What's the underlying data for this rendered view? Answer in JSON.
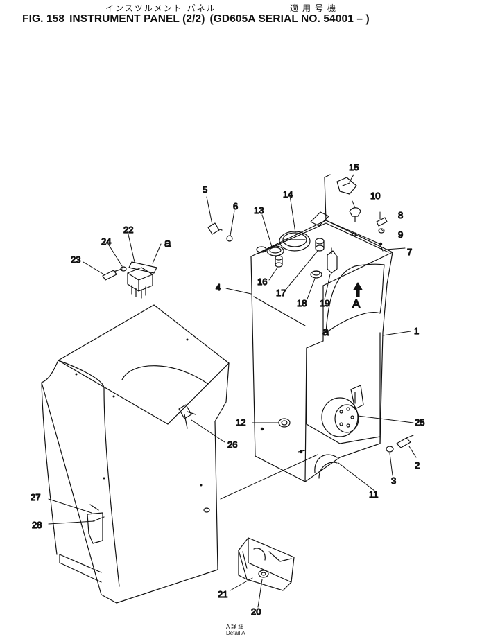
{
  "header": {
    "title_jp": "インスツルメント パネル",
    "applies_jp": "適用号機",
    "fig_no": "FIG. 158",
    "title": "INSTRUMENT PANEL (2/2)",
    "model": "(GD605A SERIAL NO. 54001 – )"
  },
  "callouts": [
    {
      "id": "c1",
      "text": "1"
    },
    {
      "id": "c2",
      "text": "2"
    },
    {
      "id": "c3",
      "text": "3"
    },
    {
      "id": "c4",
      "text": "4"
    },
    {
      "id": "c5",
      "text": "5"
    },
    {
      "id": "c6",
      "text": "6"
    },
    {
      "id": "c7",
      "text": "7"
    },
    {
      "id": "c8",
      "text": "8"
    },
    {
      "id": "c9",
      "text": "9"
    },
    {
      "id": "c10",
      "text": "10"
    },
    {
      "id": "c11",
      "text": "11"
    },
    {
      "id": "c12",
      "text": "12"
    },
    {
      "id": "c13",
      "text": "13"
    },
    {
      "id": "c14",
      "text": "14"
    },
    {
      "id": "c15",
      "text": "15"
    },
    {
      "id": "c16",
      "text": "16"
    },
    {
      "id": "c17",
      "text": "17"
    },
    {
      "id": "c18",
      "text": "18"
    },
    {
      "id": "c19",
      "text": "19"
    },
    {
      "id": "c20",
      "text": "20"
    },
    {
      "id": "c21",
      "text": "21"
    },
    {
      "id": "c22",
      "text": "22"
    },
    {
      "id": "c23",
      "text": "23"
    },
    {
      "id": "c24",
      "text": "24"
    },
    {
      "id": "c25",
      "text": "25"
    },
    {
      "id": "c26",
      "text": "26"
    },
    {
      "id": "c27",
      "text": "27"
    },
    {
      "id": "c28",
      "text": "28"
    }
  ],
  "markers": {
    "a_top": "a",
    "a_detail": "a",
    "view_a": "A"
  },
  "footer": {
    "detail_jp": "A 詳 細",
    "detail_en": "Detail A"
  }
}
